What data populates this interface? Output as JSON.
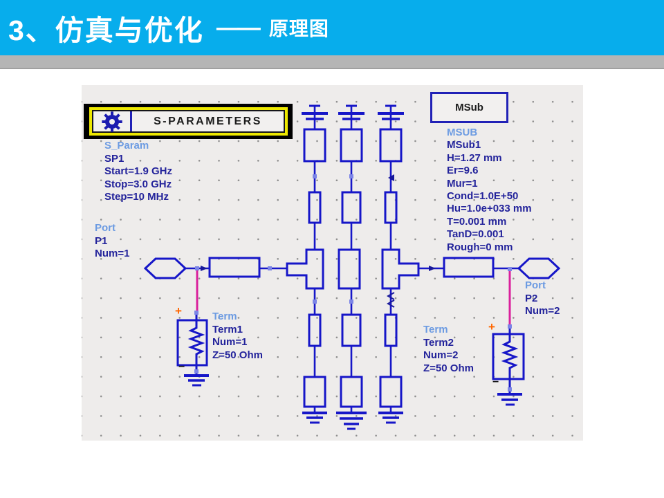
{
  "slide": {
    "title_main": "3、仿真与优化",
    "title_dash": "——",
    "title_sub": "原理图"
  },
  "colors": {
    "banner_blue": "#07ADEC",
    "divider_gray": "#B5B5B5",
    "canvas_background": "#EEECEB",
    "schematic_blue": "#1616C8",
    "label_navy": "#23239B",
    "label_lightblue": "#6C9BE2",
    "wire_pink": "#DA219C",
    "pin_mark_blue": "#7C85E6",
    "controller_yellow": "#EDE800",
    "plus_orange": "#FF6600"
  },
  "schematic": {
    "sp_controller": {
      "label": "S-PARAMETERS",
      "icon": "gear-icon"
    },
    "sp_params": {
      "lines": [
        "S_Param",
        "SP1",
        "Start=1.9 GHz",
        "Stop=3.0 GHz",
        "Step=10 MHz"
      ]
    },
    "msub_box": {
      "label": "MSub"
    },
    "msub_params": {
      "lines": [
        "MSUB",
        "MSub1",
        "H=1.27 mm",
        "Er=9.6",
        "Mur=1",
        "Cond=1.0E+50",
        "Hu=1.0e+033 mm",
        "T=0.001 mm",
        "TanD=0.001",
        "Rough=0 mm"
      ]
    },
    "port1": {
      "lines": [
        "Port",
        "P1",
        "Num=1"
      ]
    },
    "port2": {
      "lines": [
        "Port",
        "P2",
        "Num=2"
      ]
    },
    "term1": {
      "lines": [
        "Term",
        "Term1",
        "Num=1",
        "Z=50 Ohm"
      ]
    },
    "term2": {
      "lines": [
        "Term",
        "Term2",
        "Num=2",
        "Z=50 Ohm"
      ]
    },
    "term_polarity": {
      "plus": "+",
      "minus": "−"
    }
  }
}
